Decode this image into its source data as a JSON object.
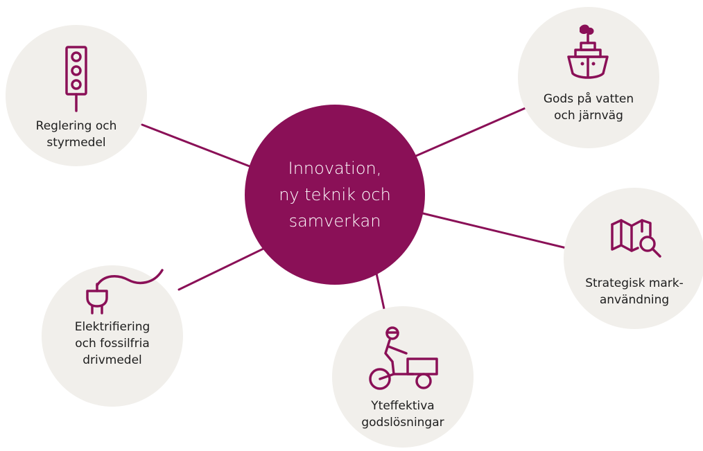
{
  "colors": {
    "accent": "#8a1057",
    "node_background": "#f1efeb",
    "text": "#1d1d1d"
  },
  "center": {
    "label": "Innovation,\nny teknik och\nsamverkan"
  },
  "nodes": [
    {
      "id": "reglering",
      "label": "Reglering och\nstyrmedel",
      "icon": "traffic-light-icon"
    },
    {
      "id": "gods",
      "label": "Gods på vatten\noch järnväg",
      "icon": "ship-icon"
    },
    {
      "id": "strategisk",
      "label": "Strategisk mark-\nanvändning",
      "icon": "map-search-icon"
    },
    {
      "id": "yteffektiva",
      "label": "Yteffektiva\ngodslösningar",
      "icon": "cargo-bike-icon"
    },
    {
      "id": "elektrifiering",
      "label": "Elektrifiering\noch fossilfria\ndrivmedel",
      "icon": "plug-icon"
    }
  ]
}
